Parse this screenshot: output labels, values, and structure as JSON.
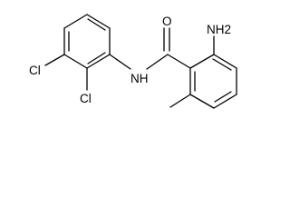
{
  "structure": {
    "labels": {
      "amine": "NH2",
      "amide_nh": "NH",
      "carbonyl_o": "O",
      "chloro_upper": "Cl",
      "chloro_lower": "Cl"
    }
  }
}
